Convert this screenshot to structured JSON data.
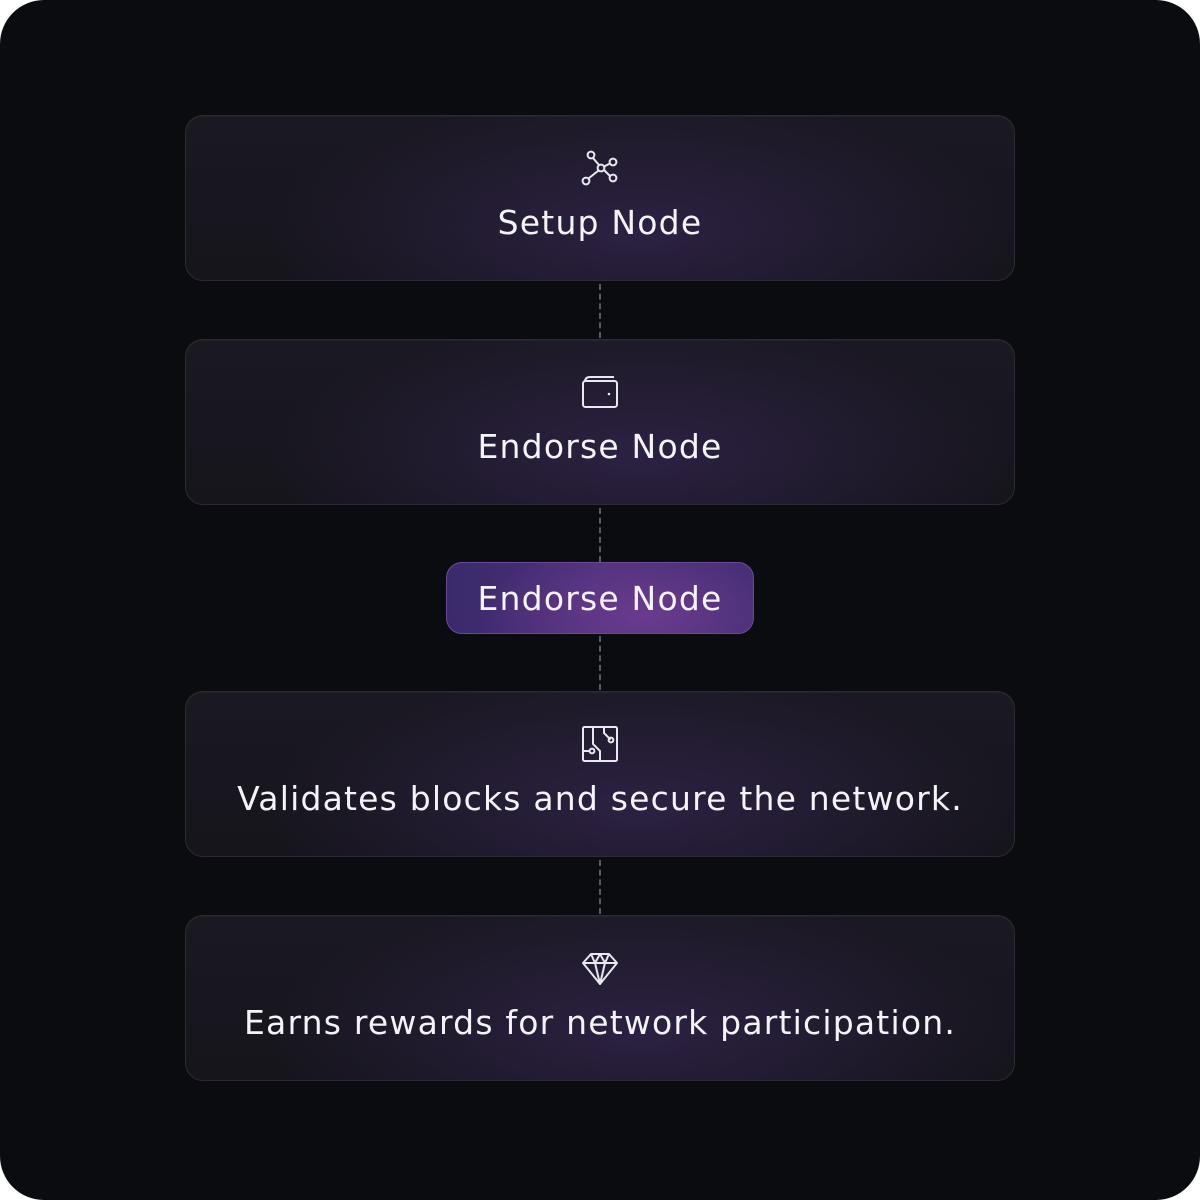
{
  "steps": [
    {
      "label": "Setup Node",
      "icon": "network-nodes-icon"
    },
    {
      "label": "Endorse Node",
      "icon": "wallet-icon"
    },
    {
      "label": "Validates blocks and secure the network.",
      "icon": "circuit-board-icon"
    },
    {
      "label": "Earns rewards for network participation.",
      "icon": "diamond-icon"
    }
  ],
  "action_button": {
    "label": "Endorse Node"
  },
  "colors": {
    "background": "#0b0c10",
    "card": "#1a1821",
    "card_border": "#2c2a36",
    "accent_purple": "#4a2f78",
    "text": "#f4f3f8",
    "connector": "#5a5866"
  }
}
